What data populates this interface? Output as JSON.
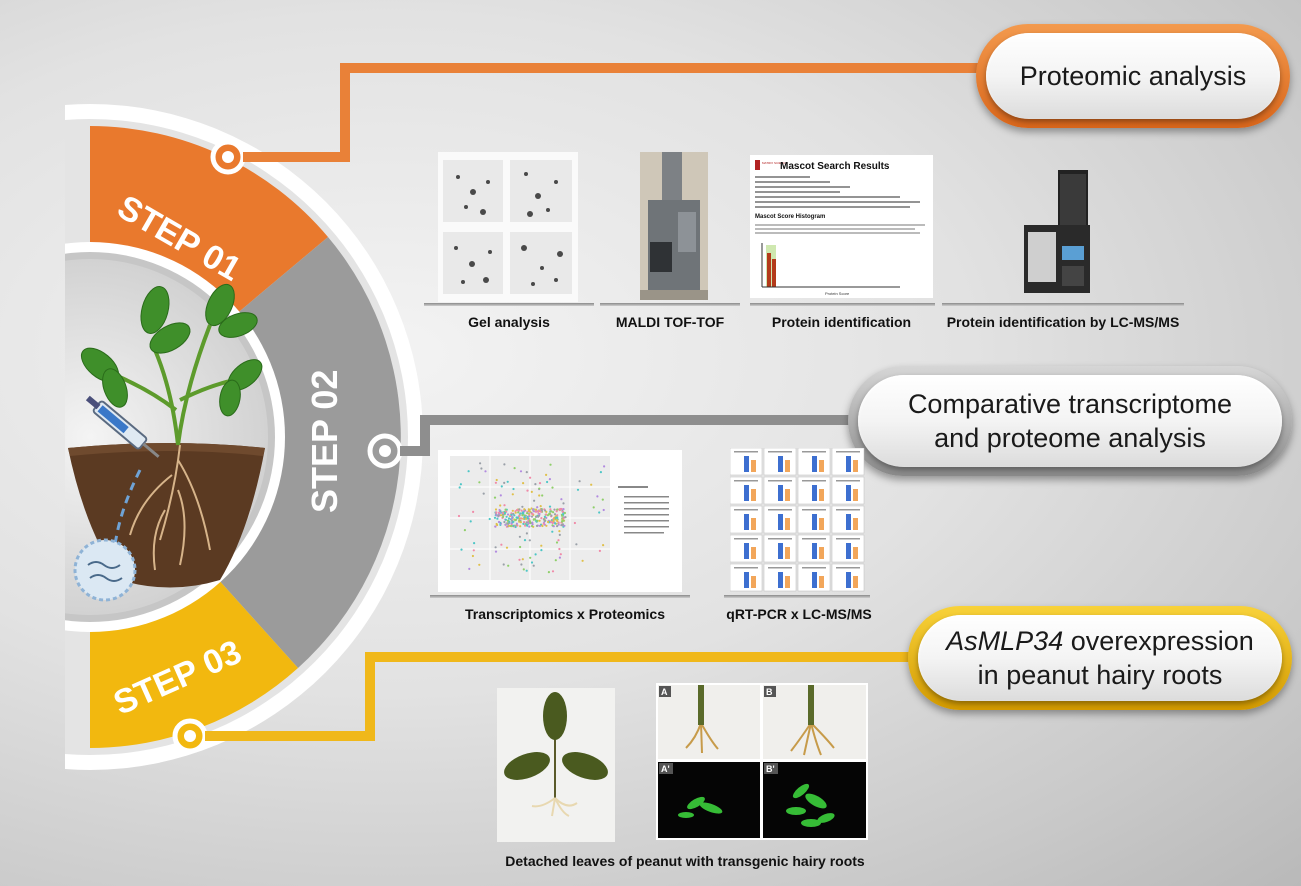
{
  "steps": {
    "step1": "STEP 01",
    "step2": "STEP 02",
    "step3": "STEP 03"
  },
  "sections": {
    "proteomic": {
      "title": "Proteomic analysis",
      "captions": [
        "Gel analysis",
        "MALDI TOF-TOF",
        "Protein identification",
        "Protein identification by LC-MS/MS"
      ]
    },
    "comparative": {
      "title_line1": "Comparative transcriptome",
      "title_line2": "and proteome analysis",
      "captions": [
        "Transcriptomics x Proteomics",
        "qRT-PCR x LC-MS/MS"
      ]
    },
    "overexpression": {
      "title_italic": "AsMLP34",
      "title_rest": " overexpression",
      "title_line2": "in peanut hairy roots",
      "caption": "Detached leaves of peanut with transgenic hairy roots",
      "panel_labels": [
        "A",
        "B",
        "A'",
        "B'"
      ]
    }
  },
  "mascot": {
    "brand": "MATRIX SCIENCE",
    "title": "Mascot Search Results",
    "histogram_title": "Mascot Score Histogram",
    "axis_label": "Protein Score"
  },
  "colors": {
    "step1": "#e9792d",
    "step2": "#9a9a9a",
    "step3": "#f2b80f",
    "orange_line": "#e98138",
    "gray_line": "#8e8e8e",
    "yellow_line": "#f0b81a"
  }
}
